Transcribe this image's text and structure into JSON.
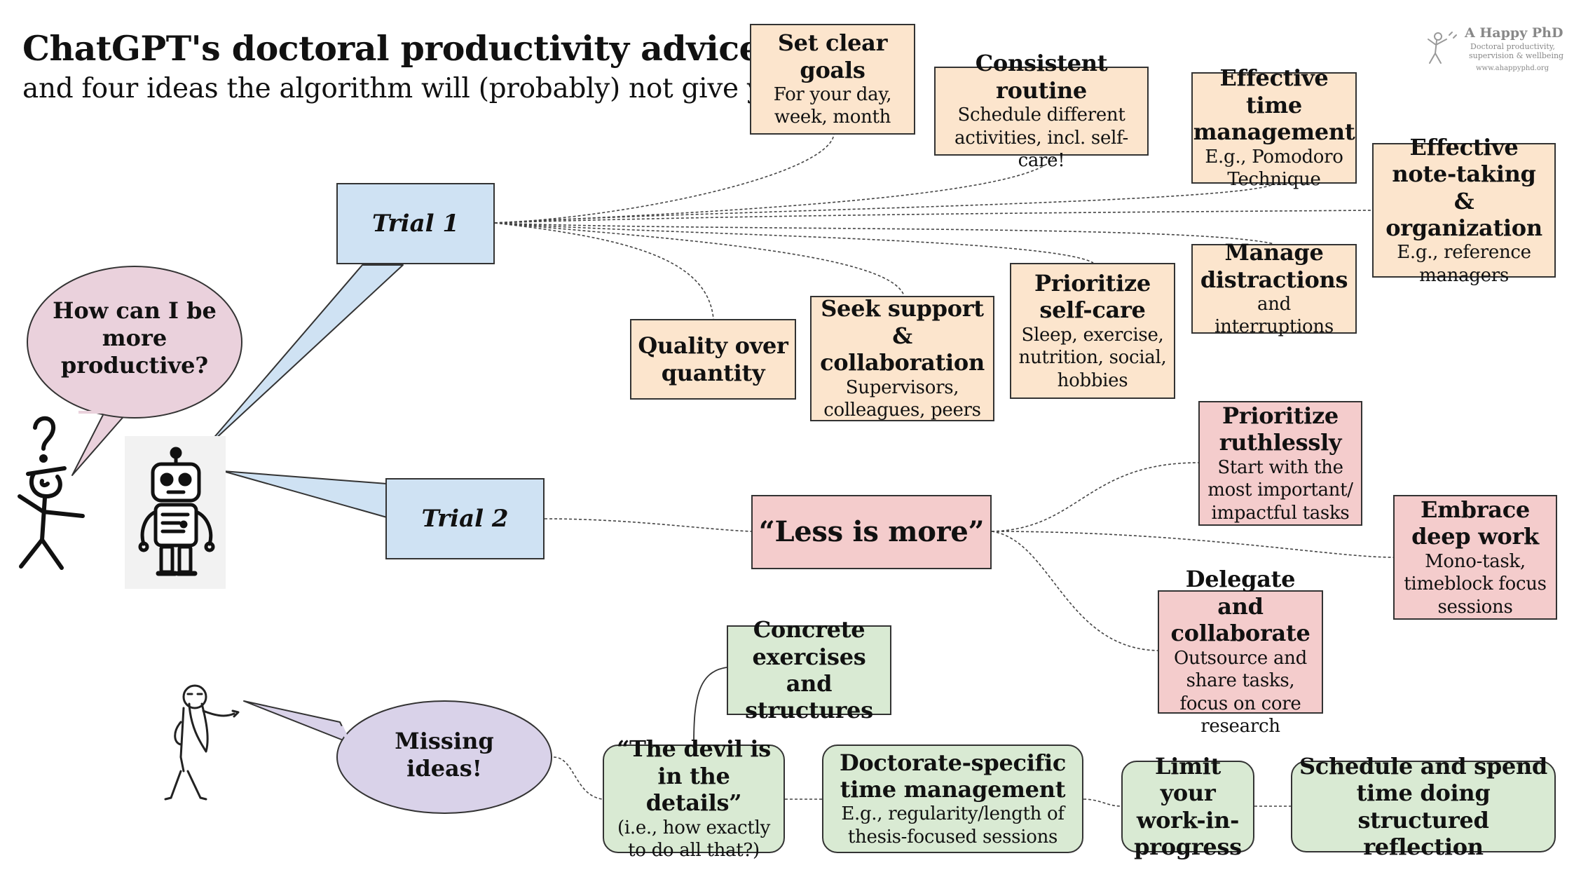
{
  "header": {
    "title": "ChatGPT's doctoral productivity advice",
    "subtitle": "and four ideas the algorithm will (probably) not give you"
  },
  "logo": {
    "title": "A Happy PhD",
    "tagline_line1": "Doctoral productivity,",
    "tagline_line2": "supervision & wellbeing",
    "url": "www.ahappyphd.org"
  },
  "characters": {
    "student_question": "How can I be more productive?",
    "sage_remark": "Missing ideas!"
  },
  "trials": {
    "trial1": "Trial 1",
    "trial2": "Trial 2"
  },
  "trial1_advice": {
    "goals": {
      "heading": "Set clear goals",
      "detail": "For your day, week, month"
    },
    "routine": {
      "heading": "Consistent routine",
      "detail": "Schedule different activities, incl. self-care!"
    },
    "time_mgmt": {
      "heading": "Effective time management",
      "detail": "E.g., Pomodoro Technique"
    },
    "notes": {
      "heading": "Effective note-taking & organization",
      "detail": "E.g., reference managers"
    },
    "distractions": {
      "heading": "Manage distractions",
      "detail": "and interruptions"
    },
    "selfcare": {
      "heading": "Prioritize self-care",
      "detail": "Sleep, exercise, nutrition, social, hobbies"
    },
    "support": {
      "heading": "Seek support & collaboration",
      "detail": "Supervisors, colleagues, peers"
    },
    "quality": {
      "heading": "Quality over quantity"
    }
  },
  "trial2_advice": {
    "central": "“Less is more”",
    "ruthless": {
      "heading": "Prioritize ruthlessly",
      "detail": "Start with the most important/ impactful tasks"
    },
    "deepwork": {
      "heading": "Embrace deep work",
      "detail": "Mono-task, timeblock focus sessions"
    },
    "delegate": {
      "heading": "Delegate and collaborate",
      "detail": "Outsource and share tasks, focus on core research"
    }
  },
  "missing_ideas": {
    "devil": {
      "heading": "“The devil is in the details”",
      "detail": "(i.e., how exactly to do all that?)"
    },
    "concrete": {
      "heading": "Concrete exercises and structures"
    },
    "doctorate": {
      "heading": "Doctorate-specific time management",
      "detail": "E.g., regularity/length of thesis-focused sessions"
    },
    "wip": {
      "heading": "Limit your work-in-progress"
    },
    "reflection": {
      "heading": "Schedule and spend time doing structured reflection"
    }
  },
  "colors": {
    "trial1_advice": "#fce5cd",
    "trial2_advice": "#f4cccc",
    "missing_ideas": "#d9ead3",
    "trial": "#cfe2f3",
    "student_bubble": "#ead1dc",
    "sage_bubble": "#d9d2e9"
  }
}
